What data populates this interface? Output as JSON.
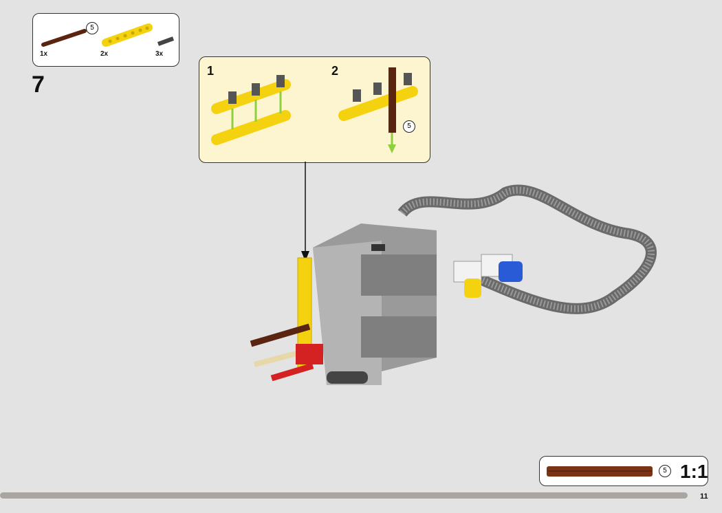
{
  "parts_list": {
    "items": [
      {
        "name": "axle-5-brown",
        "qty": "1x",
        "length": "5"
      },
      {
        "name": "beam-7-yellow",
        "qty": "2x"
      },
      {
        "name": "pin-black",
        "qty": "3x"
      }
    ]
  },
  "step_number": "7",
  "substeps": {
    "sub1": "1",
    "sub2": "2",
    "axle_length": "5"
  },
  "scale_box": {
    "length": "5",
    "scale": "1:1"
  },
  "page_number": "11",
  "colors": {
    "background": "#e3e3e3",
    "callout": "#fdf5d0",
    "yellow": "#f7d417",
    "brown": "#6b2f14",
    "gray": "#8a8a8a"
  }
}
